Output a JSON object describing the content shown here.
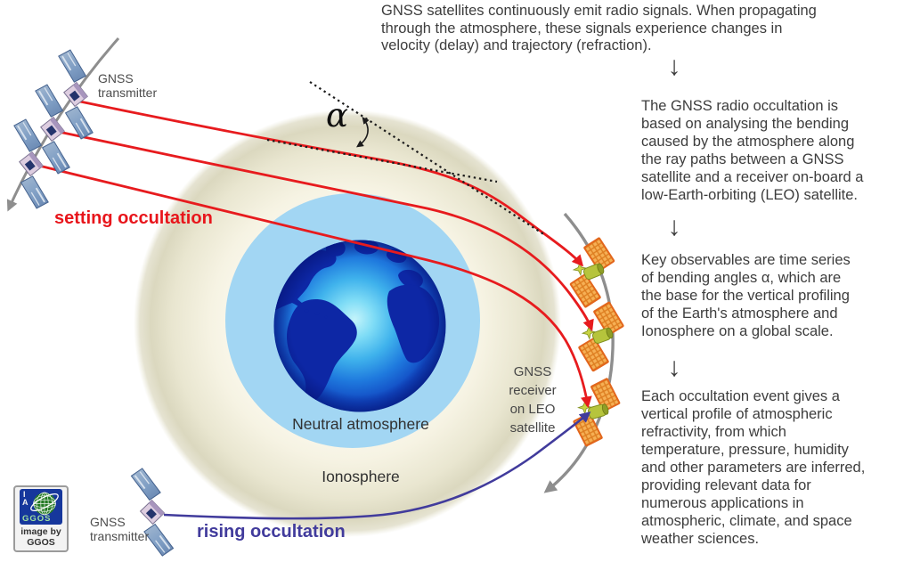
{
  "colors": {
    "ray_red": "#e71b1e",
    "rising_purple": "#413b9c",
    "ionosphere_cream": "#dbd8bf",
    "neutral_atmosphere_blue": "#a2d6f3",
    "earth_ocean_deep": "#0a2ba2",
    "leo_panel_orange": "#f5ad4e",
    "gnss_panel_blue": "#7f9ec4",
    "text_gray": "#3d3d3d"
  },
  "right_column": {
    "down_arrow": "↓",
    "paragraphs": [
      {
        "lines": [
          "GNSS satellites continuously emit radio signals. When propagating",
          "through the atmosphere, these signals experience changes in",
          "velocity (delay) and trajectory (refraction)."
        ]
      },
      {
        "lines": [
          "The GNSS radio occultation is",
          "based on analysing the bending",
          "caused by the atmosphere along",
          "the ray paths between a GNSS",
          "satellite and a receiver on-board a",
          "low-Earth-orbiting (LEO) satellite."
        ]
      },
      {
        "lines": [
          "Key observables are time series",
          "of bending angles α, which are",
          "the base for the vertical profiling",
          "of the Earth's atmosphere and",
          "Ionosphere on a global scale."
        ]
      },
      {
        "lines": [
          "Each occultation event gives a",
          "vertical profile of atmospheric",
          "refractivity, from which",
          "temperature, pressure, humidity",
          "and other parameters are inferred,",
          "providing relevant data for",
          "numerous applications in",
          "atmospheric, climate, and space",
          "weather sciences."
        ]
      }
    ]
  },
  "diagram": {
    "alpha_symbol": "α",
    "labels": {
      "gnss_transmitter_top": [
        "GNSS",
        "transmitter"
      ],
      "gnss_transmitter_bottom": [
        "GNSS",
        "transmitter"
      ],
      "setting_occultation": "setting occultation",
      "rising_occultation": "rising occultation",
      "neutral_atmosphere": "Neutral atmosphere",
      "ionosphere": "Ionosphere",
      "leo_receiver": [
        "GNSS",
        "receiver",
        "on LEO",
        "satellite"
      ]
    }
  },
  "logo": {
    "letter_i": "I",
    "letter_a": "A",
    "ggos": "GGOS",
    "credit_line1": "image by",
    "credit_line2": "GGOS"
  }
}
